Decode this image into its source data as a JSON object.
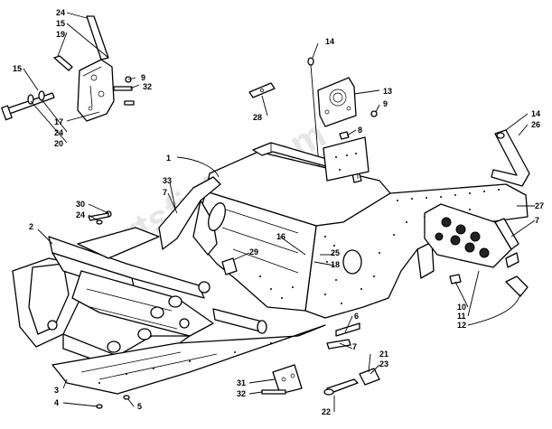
{
  "watermark": "blwpartsficke.com",
  "callouts": [
    {
      "id": "c24a",
      "text": "24"
    },
    {
      "id": "c15a",
      "text": "15"
    },
    {
      "id": "c19",
      "text": "19"
    },
    {
      "id": "c15b",
      "text": "15"
    },
    {
      "id": "c9a",
      "text": "9"
    },
    {
      "id": "c32a",
      "text": "32"
    },
    {
      "id": "c17",
      "text": "17"
    },
    {
      "id": "c24b",
      "text": "24"
    },
    {
      "id": "c20",
      "text": "20"
    },
    {
      "id": "c14a",
      "text": "14"
    },
    {
      "id": "c13",
      "text": "13"
    },
    {
      "id": "c28",
      "text": "28"
    },
    {
      "id": "c9b",
      "text": "9"
    },
    {
      "id": "c8",
      "text": "8"
    },
    {
      "id": "c14b",
      "text": "14"
    },
    {
      "id": "c26",
      "text": "26"
    },
    {
      "id": "c1",
      "text": "1"
    },
    {
      "id": "c33",
      "text": "33"
    },
    {
      "id": "c7a",
      "text": "7"
    },
    {
      "id": "c30",
      "text": "30"
    },
    {
      "id": "c24c",
      "text": "24"
    },
    {
      "id": "c2",
      "text": "2"
    },
    {
      "id": "c29",
      "text": "29"
    },
    {
      "id": "c16",
      "text": "16"
    },
    {
      "id": "c25",
      "text": "25"
    },
    {
      "id": "c18",
      "text": "18"
    },
    {
      "id": "c27",
      "text": "27"
    },
    {
      "id": "c7b",
      "text": "7"
    },
    {
      "id": "c10",
      "text": "10"
    },
    {
      "id": "c11",
      "text": "11"
    },
    {
      "id": "c12",
      "text": "12"
    },
    {
      "id": "c6",
      "text": "6"
    },
    {
      "id": "c7c",
      "text": "7"
    },
    {
      "id": "c21",
      "text": "21"
    },
    {
      "id": "c23",
      "text": "23"
    },
    {
      "id": "c3",
      "text": "3"
    },
    {
      "id": "c4",
      "text": "4"
    },
    {
      "id": "c5",
      "text": "5"
    },
    {
      "id": "c31",
      "text": "31"
    },
    {
      "id": "c32b",
      "text": "32"
    },
    {
      "id": "c22",
      "text": "22"
    }
  ]
}
